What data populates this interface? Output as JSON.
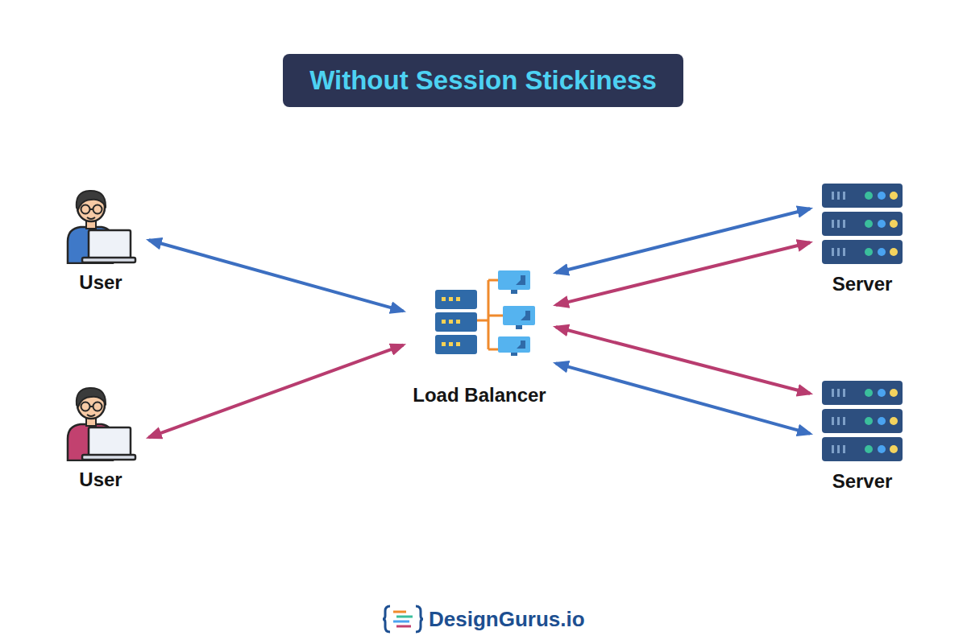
{
  "diagram": {
    "title": "Without Session Stickiness",
    "nodes": [
      {
        "text": [
          "User"
        ]
      },
      {
        "text": [
          "User"
        ]
      },
      {
        "text": [
          "Load Balancer"
        ]
      },
      {
        "text": [
          "Server"
        ]
      },
      {
        "text": [
          "Server"
        ]
      }
    ],
    "edges": [
      {
        "from": 0,
        "to": 2,
        "arrow": "both"
      },
      {
        "from": 1,
        "to": 2,
        "arrow": "both"
      },
      {
        "from": 2,
        "to": 3,
        "arrow": "both"
      },
      {
        "from": 2,
        "to": 3,
        "arrow": "both"
      },
      {
        "from": 2,
        "to": 4,
        "arrow": "both"
      },
      {
        "from": 2,
        "to": 4,
        "arrow": "both"
      }
    ],
    "labels": [
      "DesignGurus.io"
    ]
  }
}
